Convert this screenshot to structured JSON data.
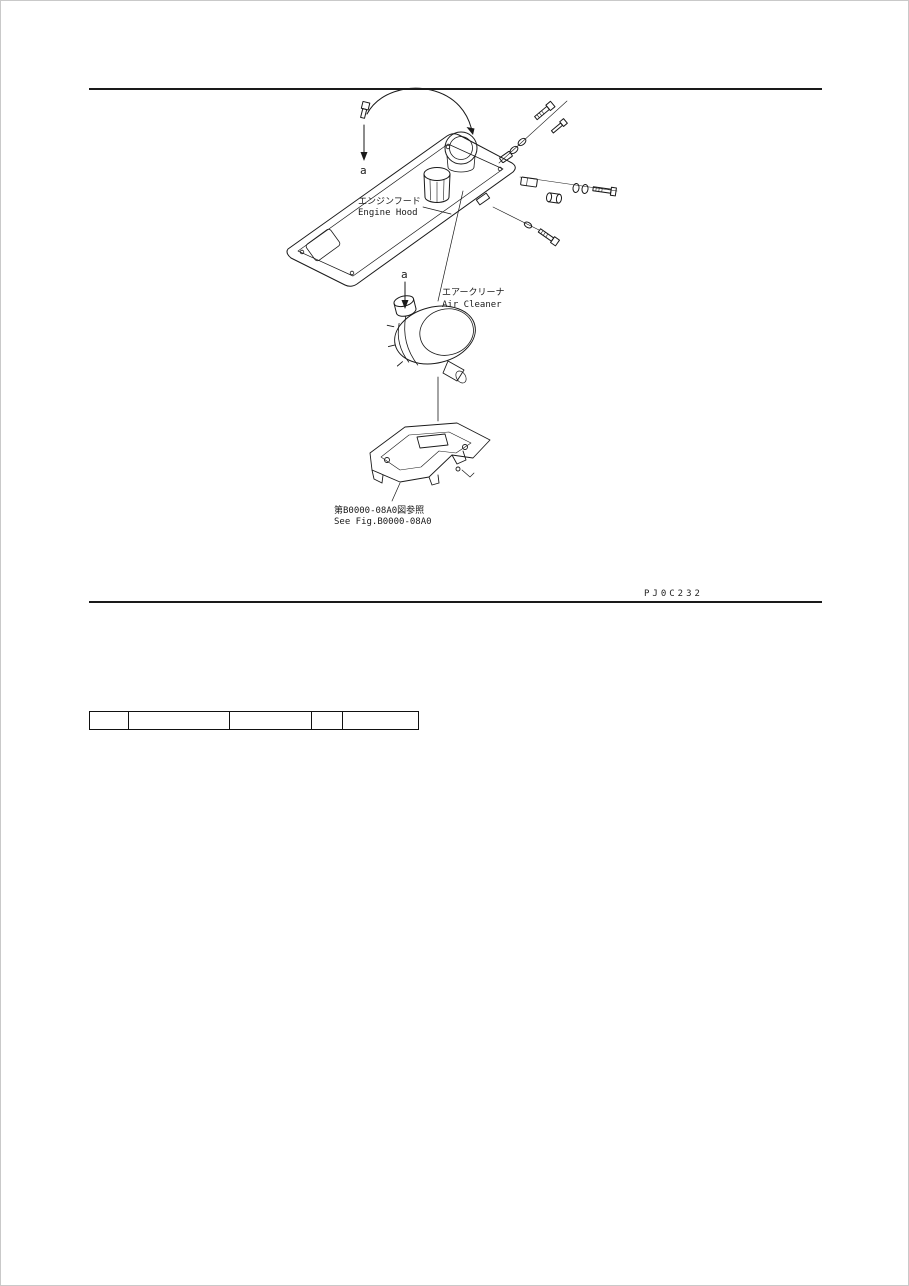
{
  "page": {
    "figure_code": "PJ0C232"
  },
  "diagram": {
    "markers": {
      "a_top": "a",
      "a_mid": "a"
    },
    "engine_hood": {
      "jp": "エンジンフード",
      "en": "Engine Hood"
    },
    "air_cleaner": {
      "jp": "エアークリーナ",
      "en": "Air Cleaner"
    },
    "see_fig": {
      "jp": "第B0000-08A0図参照",
      "en": "See Fig.B0000-08A0"
    }
  },
  "table": {
    "cells": [
      "",
      "",
      "",
      "",
      ""
    ]
  }
}
